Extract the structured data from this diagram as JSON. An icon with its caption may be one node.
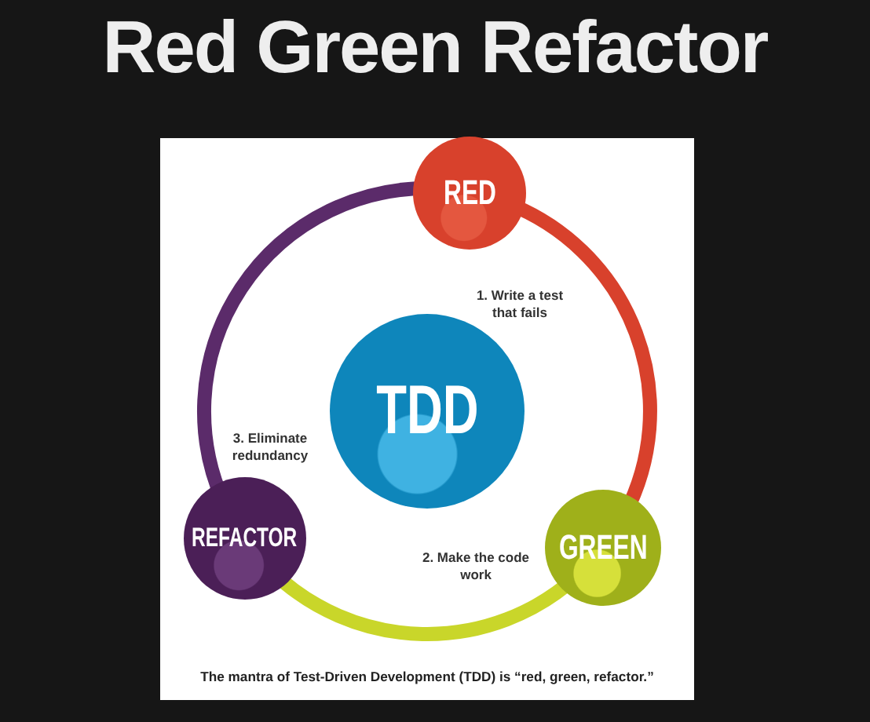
{
  "diagram": {
    "title": "Red Green Refactor",
    "caption": "The mantra of Test-Driven Development (TDD) is “red, green, refactor.”",
    "nodes": [
      {
        "text": [
          "RED"
        ]
      },
      {
        "text": [
          "TDD"
        ]
      },
      {
        "text": [
          "REFACTOR"
        ]
      },
      {
        "text": [
          "GREEN"
        ]
      }
    ],
    "edges": [
      {
        "from": 0,
        "to": 3,
        "arrow": "none",
        "label": "1. Write a test that fails",
        "color": "#d8412c"
      },
      {
        "from": 3,
        "to": 2,
        "arrow": "none",
        "label": "2. Make the code work",
        "color": "#c9d62a"
      },
      {
        "from": 2,
        "to": 0,
        "arrow": "none",
        "label": "3. Eliminate redundancy",
        "color": "#5b2b6a"
      }
    ]
  }
}
